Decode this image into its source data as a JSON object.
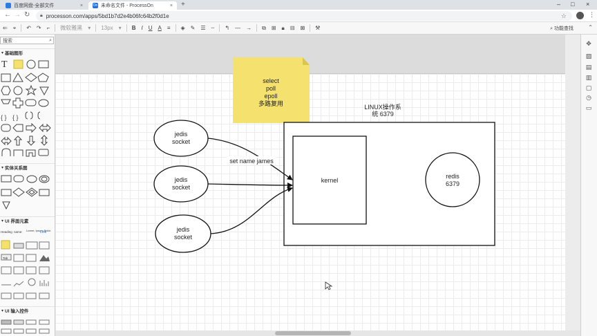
{
  "browser": {
    "tabs": [
      {
        "title": "百度网盘-全部文件",
        "favicon_color": "#2a7de1"
      },
      {
        "title": "未命名文件 - ProcessOn",
        "favicon_color": "#1e6fd9",
        "favicon_text": "On"
      }
    ],
    "close_glyph": "×",
    "new_tab_glyph": "+",
    "window_controls": [
      "–",
      "□",
      "×"
    ],
    "url": "processon.com/apps/5bd1b7d2e4b06fc64b2f0d1e"
  },
  "toolbar": {
    "font_name": "微软雅黑",
    "font_size": "13px",
    "bold": "B",
    "italic": "I",
    "underline": "U",
    "font_color": "A",
    "function_search": "功能查找"
  },
  "shapes_panel": {
    "search_placeholder": "搜索",
    "categories": [
      "基础图形",
      "实体关系图",
      "UI 界面元素",
      "UI 输入控件"
    ],
    "ui_labels": {
      "heading": "Heading",
      "name": "name:",
      "lorem": "Lorem, Ipsum Dolor",
      "link": "Link",
      "tab": "Tab"
    }
  },
  "diagram": {
    "sticky_note": [
      "select",
      "poll",
      "epoll",
      "多路复用"
    ],
    "linux_title": "LINUX操作系",
    "linux_port": "统  6379",
    "kernel_label": "kernel",
    "redis_label": "redis",
    "redis_port": "6379",
    "clients": [
      {
        "line1": "jedis",
        "line2": "socket"
      },
      {
        "line1": "jedis",
        "line2": "socket"
      },
      {
        "line1": "jedis",
        "line2": "socket"
      }
    ],
    "edge_label": "set name james"
  },
  "colors": {
    "sticky": "#f5e26e",
    "sticky_fold": "#d9c54f",
    "page": "#ffffff",
    "stroke": "#111111"
  }
}
